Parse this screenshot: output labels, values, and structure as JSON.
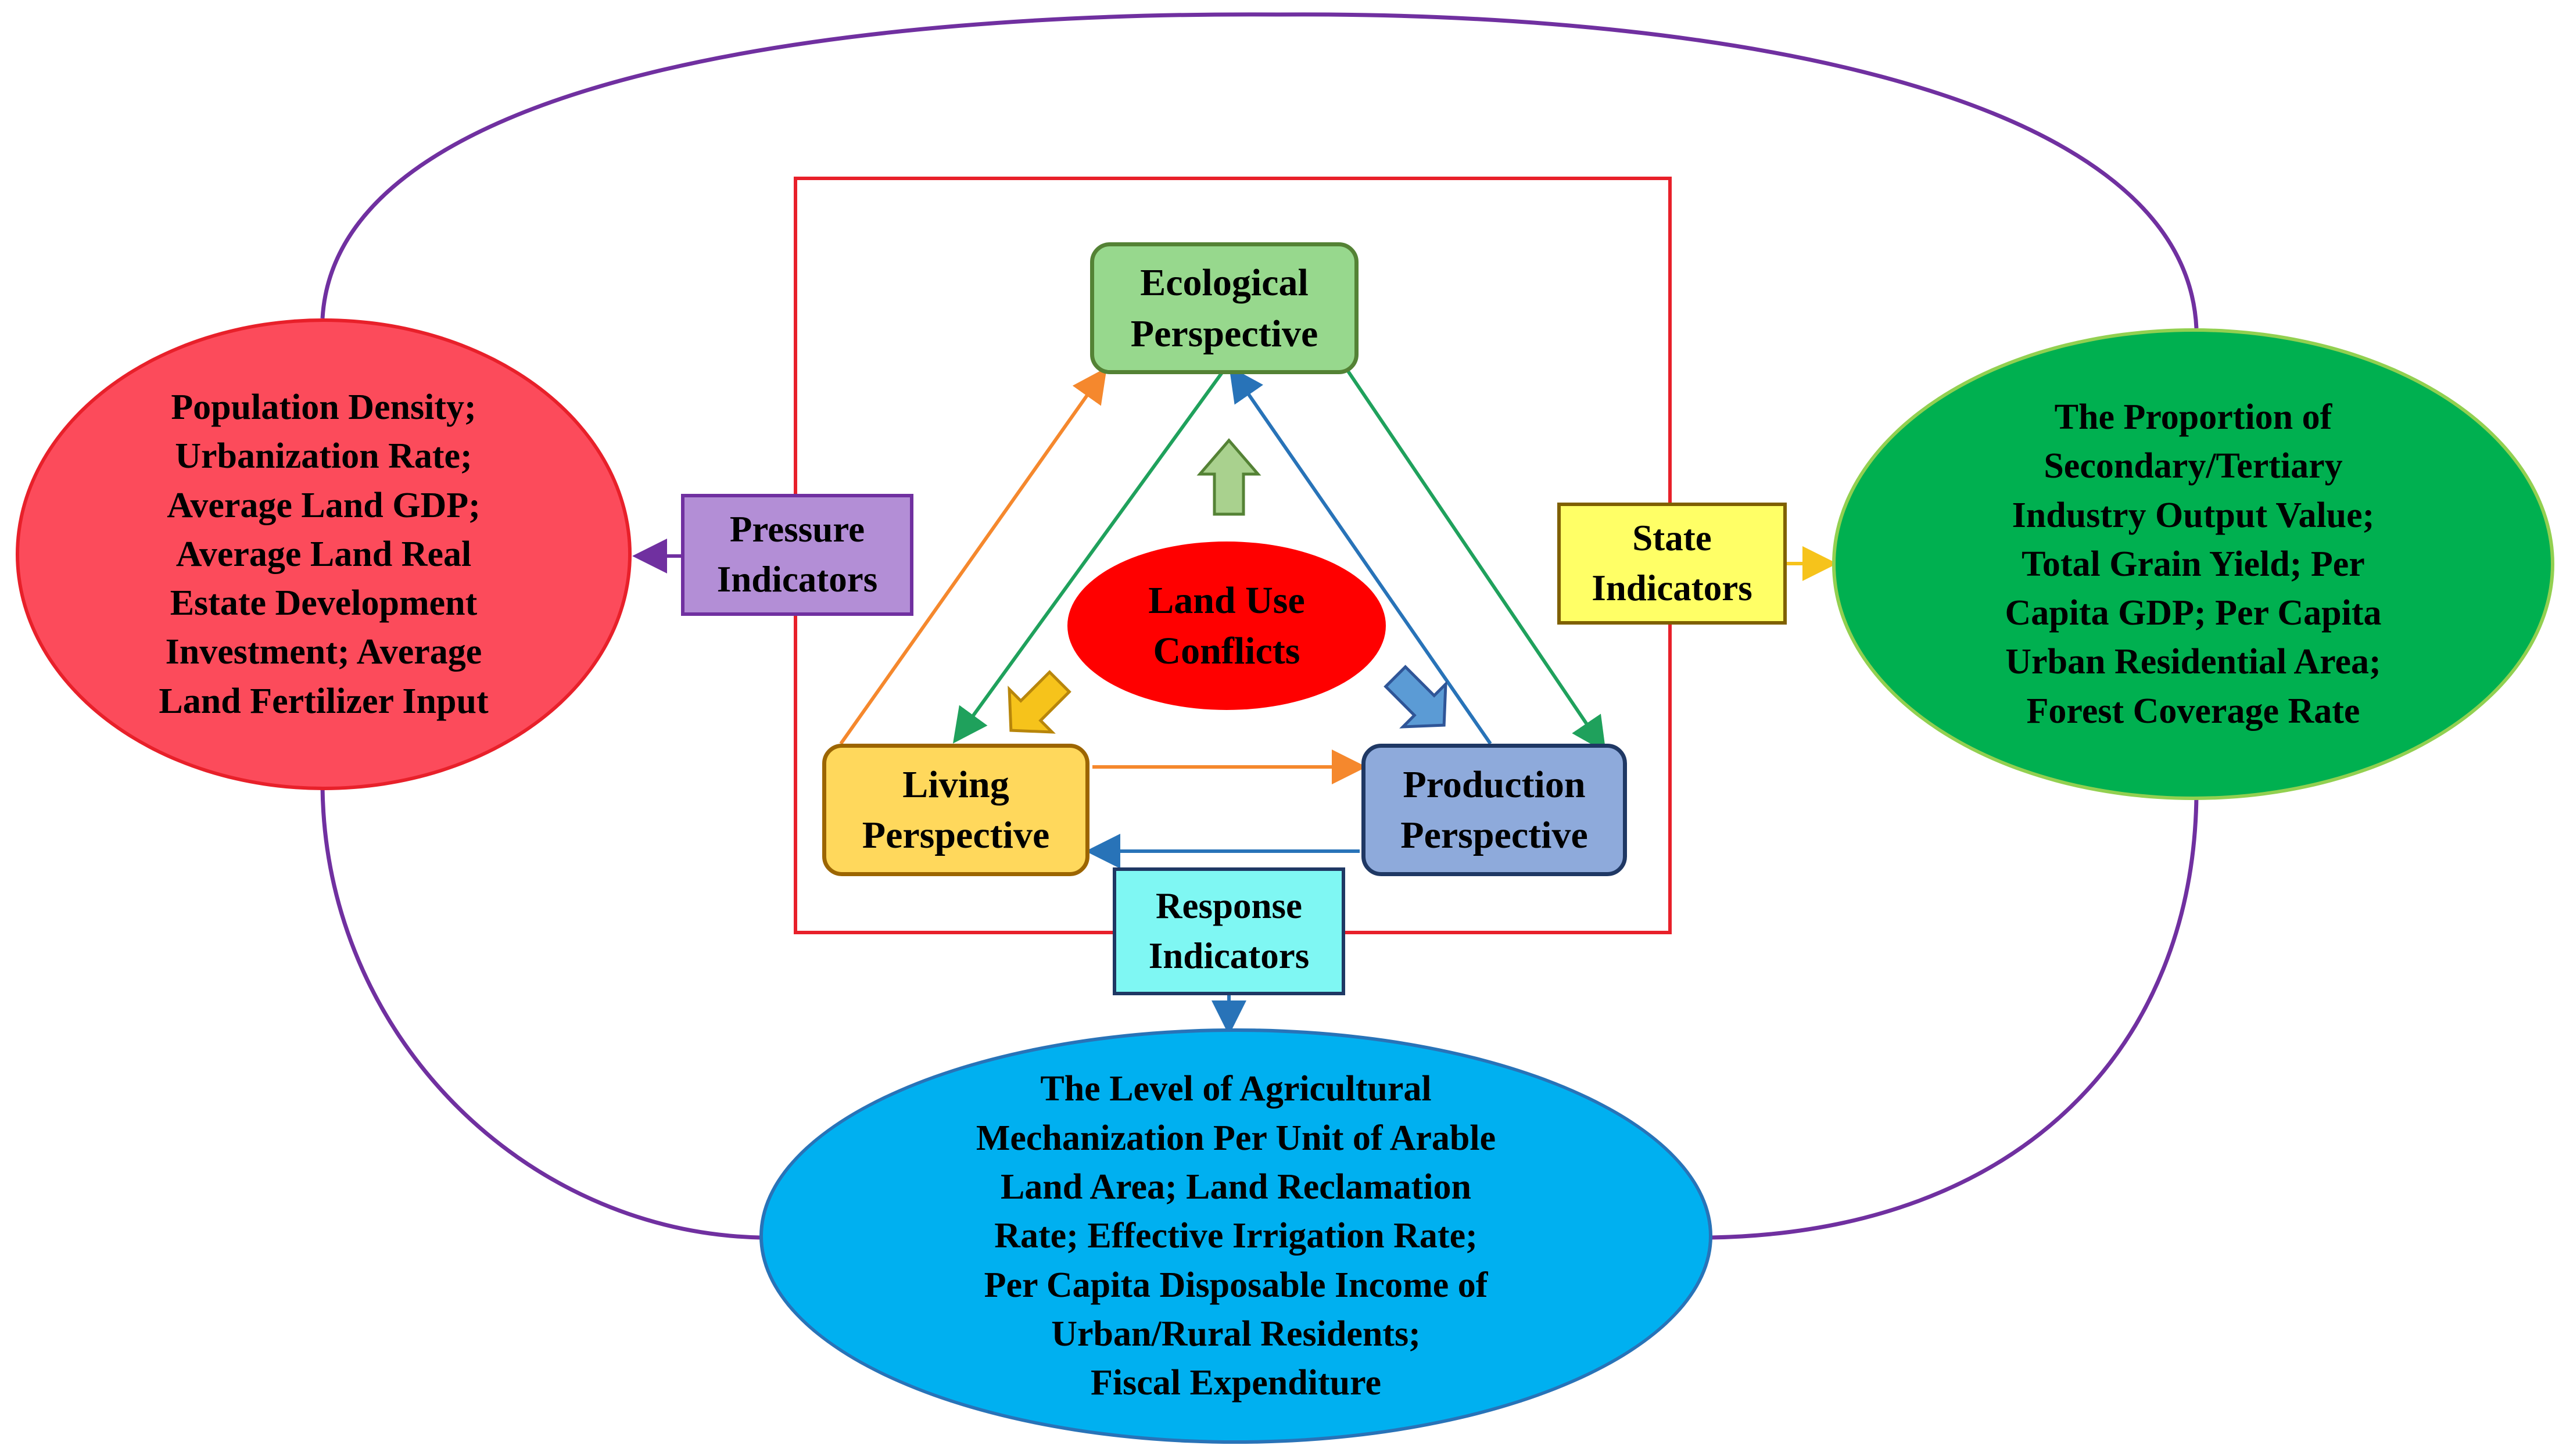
{
  "colors": {
    "loop": "#7030a0",
    "frame": "#e8202a",
    "green_arrow": "#1fa15c",
    "blue_arrow": "#2873b8",
    "orange_arrow": "#f5882d",
    "yellow_arrow": "#f6c31b"
  },
  "center": {
    "conflicts": [
      "Land Use",
      "Conflicts"
    ]
  },
  "perspectives": {
    "ecological": [
      "Ecological",
      "Perspective"
    ],
    "living": [
      "Living",
      "Perspective"
    ],
    "production": [
      "Production",
      "Perspective"
    ]
  },
  "indicators": {
    "pressure": [
      "Pressure",
      "Indicators"
    ],
    "state": [
      "State",
      "Indicators"
    ],
    "response": [
      "Response",
      "Indicators"
    ]
  },
  "ellipses": {
    "pressure": [
      "Population Density;",
      "Urbanization Rate;",
      "Average Land GDP;",
      "Average Land Real",
      "Estate Development",
      "Investment; Average",
      "Land Fertilizer Input"
    ],
    "state": [
      "The Proportion of",
      "Secondary/Tertiary",
      "Industry Output Value;",
      "Total Grain Yield; Per",
      "Capita GDP; Per Capita",
      "Urban Residential Area;",
      "Forest Coverage Rate"
    ],
    "response": [
      "The Level of Agricultural",
      "Mechanization Per Unit of Arable",
      "Land Area; Land Reclamation",
      "Rate; Effective Irrigation Rate;",
      "Per Capita Disposable Income of",
      "Urban/Rural Residents;",
      "Fiscal Expenditure"
    ]
  }
}
